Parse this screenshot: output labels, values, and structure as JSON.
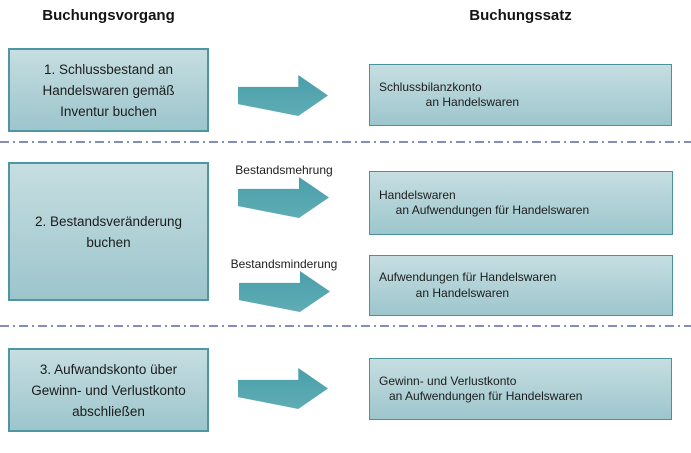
{
  "headers": {
    "left": "Buchungsvorgang",
    "right": "Buchungssatz"
  },
  "rows": [
    {
      "left_box": {
        "lines": [
          "1. Schlussbestand an",
          "Handelswaren gemäß",
          "Inventur buchen"
        ]
      },
      "right_boxes": [
        {
          "lines": [
            "Schlussbilanzkonto",
            "              an Handelswaren"
          ]
        }
      ]
    },
    {
      "left_box": {
        "lines": [
          "2. Bestandsveränderung",
          "buchen"
        ]
      },
      "arrow_labels": [
        "Bestandsmehrung",
        "Bestandsminderung"
      ],
      "right_boxes": [
        {
          "lines": [
            "Handelswaren",
            "     an Aufwendungen für Handelswaren"
          ]
        },
        {
          "lines": [
            "Aufwendungen für Handelswaren",
            "           an Handelswaren"
          ]
        }
      ]
    },
    {
      "left_box": {
        "lines": [
          "3. Aufwandskonto über",
          "Gewinn- und Verlustkonto",
          "abschließen"
        ]
      },
      "right_boxes": [
        {
          "lines": [
            "Gewinn- und Verlustkonto",
            "   an Aufwendungen für Handelswaren"
          ]
        }
      ]
    }
  ],
  "icons": {
    "arrow_right": "solid right-pointing block arrow",
    "separator": "horizontal dash-dot rule"
  },
  "colors": {
    "background": "#ffffff",
    "box_fill_top": "#c6dee1",
    "box_fill_bottom": "#9cc5cc",
    "box_border": "#4e96a1",
    "arrow_fill_top": "#4a9ea9",
    "arrow_fill_bottom": "#5fadb5",
    "separator": "#5a68a5",
    "text": "#1c1c1c"
  }
}
